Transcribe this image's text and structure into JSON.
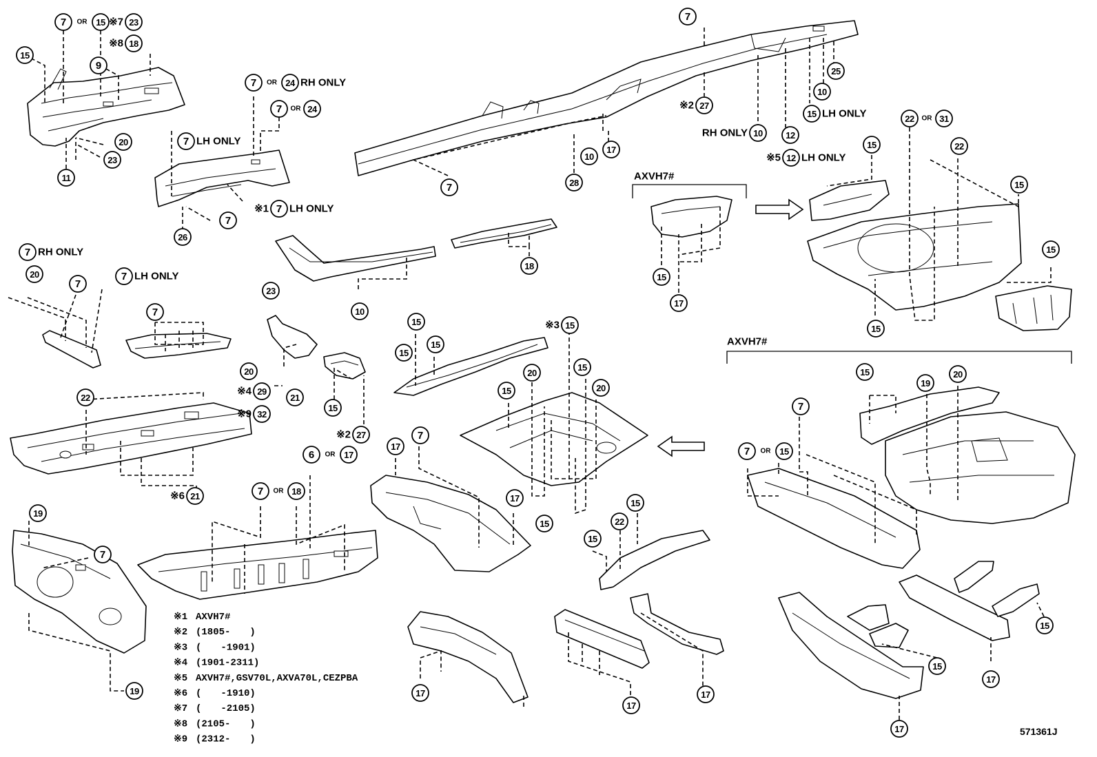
{
  "diagram": {
    "reference_code": "571361J",
    "group_labels": [
      "AXVH7#",
      "AXVH7#"
    ],
    "text_labels": {
      "lh_only": "LH ONLY",
      "rh_only": "RH ONLY",
      "or": "OR"
    },
    "mark_symbol": "※",
    "footnotes": [
      {
        "mark": "※1",
        "text": "AXVH7#"
      },
      {
        "mark": "※2",
        "text": "(1805-　　)"
      },
      {
        "mark": "※3",
        "text": "(　　-1901)"
      },
      {
        "mark": "※4",
        "text": "(1901-2311)"
      },
      {
        "mark": "※5",
        "text": "AXVH7#,GSV70L,AXVA70L,CEZPBA"
      },
      {
        "mark": "※6",
        "text": "(　　-1910)"
      },
      {
        "mark": "※7",
        "text": "(　　-2105)"
      },
      {
        "mark": "※8",
        "text": "(2105-　　)"
      },
      {
        "mark": "※9",
        "text": "(2312-　　)"
      }
    ],
    "callouts": [
      {
        "id": "c1",
        "num": "7"
      },
      {
        "id": "c2",
        "num": "15"
      },
      {
        "id": "c3",
        "num": "23",
        "mark": "※7"
      },
      {
        "id": "c4",
        "num": "18",
        "mark": "※8"
      },
      {
        "id": "c5",
        "num": "15"
      },
      {
        "id": "c6",
        "num": "9"
      },
      {
        "id": "c7",
        "num": "20"
      },
      {
        "id": "c8",
        "num": "23"
      },
      {
        "id": "c9",
        "num": "11"
      },
      {
        "id": "c10",
        "num": "7"
      },
      {
        "id": "c11",
        "num": "24",
        "note": "RH ONLY"
      },
      {
        "id": "c12",
        "num": "7"
      },
      {
        "id": "c13",
        "num": "24"
      },
      {
        "id": "c14",
        "num": "7",
        "note": "LH ONLY"
      },
      {
        "id": "c15",
        "num": "7",
        "mark": "※1",
        "note": "LH ONLY"
      },
      {
        "id": "c16",
        "num": "7"
      },
      {
        "id": "c17",
        "num": "26"
      },
      {
        "id": "c18",
        "num": "7"
      },
      {
        "id": "c19",
        "num": "27",
        "mark": "※2"
      },
      {
        "id": "c20",
        "num": "25"
      },
      {
        "id": "c21",
        "num": "10"
      },
      {
        "id": "c22",
        "num": "15",
        "note": "LH ONLY"
      },
      {
        "id": "c23",
        "num": "10",
        "note": "RH ONLY"
      },
      {
        "id": "c24",
        "num": "12"
      },
      {
        "id": "c25",
        "num": "12",
        "mark": "※5",
        "note": "LH ONLY"
      },
      {
        "id": "c26",
        "num": "10"
      },
      {
        "id": "c27",
        "num": "17"
      },
      {
        "id": "c28",
        "num": "28"
      },
      {
        "id": "c29",
        "num": "7"
      },
      {
        "id": "c30",
        "num": "22"
      },
      {
        "id": "c31",
        "num": "31"
      },
      {
        "id": "c32",
        "num": "22"
      },
      {
        "id": "c33",
        "num": "15"
      },
      {
        "id": "c34",
        "num": "15"
      },
      {
        "id": "c35",
        "num": "15"
      },
      {
        "id": "c36",
        "num": "15"
      },
      {
        "id": "c37",
        "num": "15"
      },
      {
        "id": "c38",
        "num": "17"
      },
      {
        "id": "c39",
        "num": "7",
        "note": "RH ONLY"
      },
      {
        "id": "c40",
        "num": "20"
      },
      {
        "id": "c41",
        "num": "7"
      },
      {
        "id": "c42",
        "num": "7",
        "note": "LH ONLY"
      },
      {
        "id": "c43",
        "num": "7"
      },
      {
        "id": "c44",
        "num": "23"
      },
      {
        "id": "c45",
        "num": "10"
      },
      {
        "id": "c46",
        "num": "18"
      },
      {
        "id": "c47",
        "num": "20"
      },
      {
        "id": "c48",
        "num": "29",
        "mark": "※4"
      },
      {
        "id": "c49",
        "num": "32",
        "mark": "※9"
      },
      {
        "id": "c50",
        "num": "21"
      },
      {
        "id": "c51",
        "num": "15"
      },
      {
        "id": "c52",
        "num": "27",
        "mark": "※2"
      },
      {
        "id": "c53",
        "num": "15"
      },
      {
        "id": "c54",
        "num": "15"
      },
      {
        "id": "c55",
        "num": "15"
      },
      {
        "id": "c56",
        "num": "15",
        "mark": "※3"
      },
      {
        "id": "c57",
        "num": "15"
      },
      {
        "id": "c58",
        "num": "20"
      },
      {
        "id": "c59",
        "num": "20"
      },
      {
        "id": "c60",
        "num": "15"
      },
      {
        "id": "c61",
        "num": "15"
      },
      {
        "id": "c62",
        "num": "22"
      },
      {
        "id": "c63",
        "num": "21",
        "mark": "※6"
      },
      {
        "id": "c64",
        "num": "6"
      },
      {
        "id": "c65",
        "num": "17"
      },
      {
        "id": "c66",
        "num": "7"
      },
      {
        "id": "c67",
        "num": "18"
      },
      {
        "id": "c68",
        "num": "17"
      },
      {
        "id": "c69",
        "num": "7"
      },
      {
        "id": "c70",
        "num": "17"
      },
      {
        "id": "c71",
        "num": "19"
      },
      {
        "id": "c72",
        "num": "7"
      },
      {
        "id": "c73",
        "num": "19"
      },
      {
        "id": "c74",
        "num": "15"
      },
      {
        "id": "c75",
        "num": "22"
      },
      {
        "id": "c76",
        "num": "15"
      },
      {
        "id": "c77",
        "num": "17"
      },
      {
        "id": "c78",
        "num": "17"
      },
      {
        "id": "c79",
        "num": "17"
      },
      {
        "id": "c80",
        "num": "15"
      },
      {
        "id": "c81",
        "num": "19"
      },
      {
        "id": "c82",
        "num": "20"
      },
      {
        "id": "c83",
        "num": "7"
      },
      {
        "id": "c84",
        "num": "7"
      },
      {
        "id": "c85",
        "num": "15"
      },
      {
        "id": "c86",
        "num": "15"
      },
      {
        "id": "c87",
        "num": "15"
      },
      {
        "id": "c88",
        "num": "17"
      },
      {
        "id": "c89",
        "num": "17"
      }
    ]
  }
}
